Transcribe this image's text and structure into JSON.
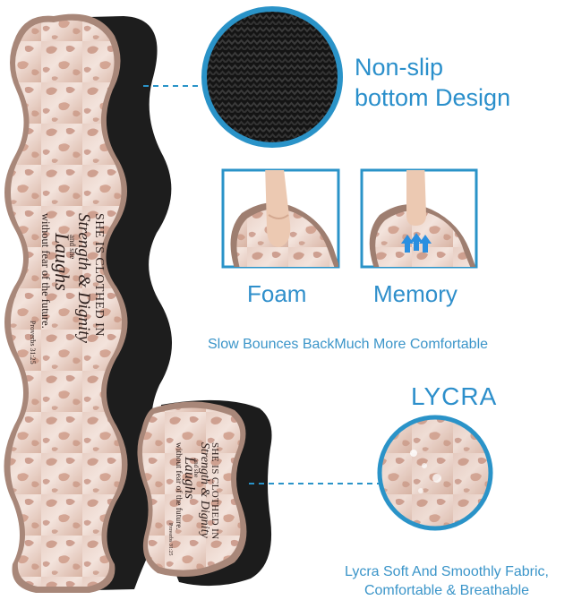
{
  "labels": {
    "nonslip_line1": "Non-slip",
    "nonslip_line2": "bottom Design",
    "foam": "Foam",
    "memory": "Memory",
    "slow_bounce": "Slow Bounces BackMuch More Comfortable",
    "lycra": "LYCRA",
    "fabric_line1": "Lycra Soft And Smoothly Fabric,",
    "fabric_line2": "Comfortable & Breathable"
  },
  "verse": {
    "line1": "SHE IS CLOTHED IN",
    "line2": "Strength & Dignity",
    "line3": "and she",
    "line4": "Laughs",
    "line5": "without fear of the future.",
    "ref": "Proverbs 31:25"
  },
  "colors": {
    "accent_blue": "#2a93c8",
    "rose_gold": "#d9b3a4",
    "leopard_spot": "#c99a88",
    "backing_black": "#1c1c1c"
  }
}
